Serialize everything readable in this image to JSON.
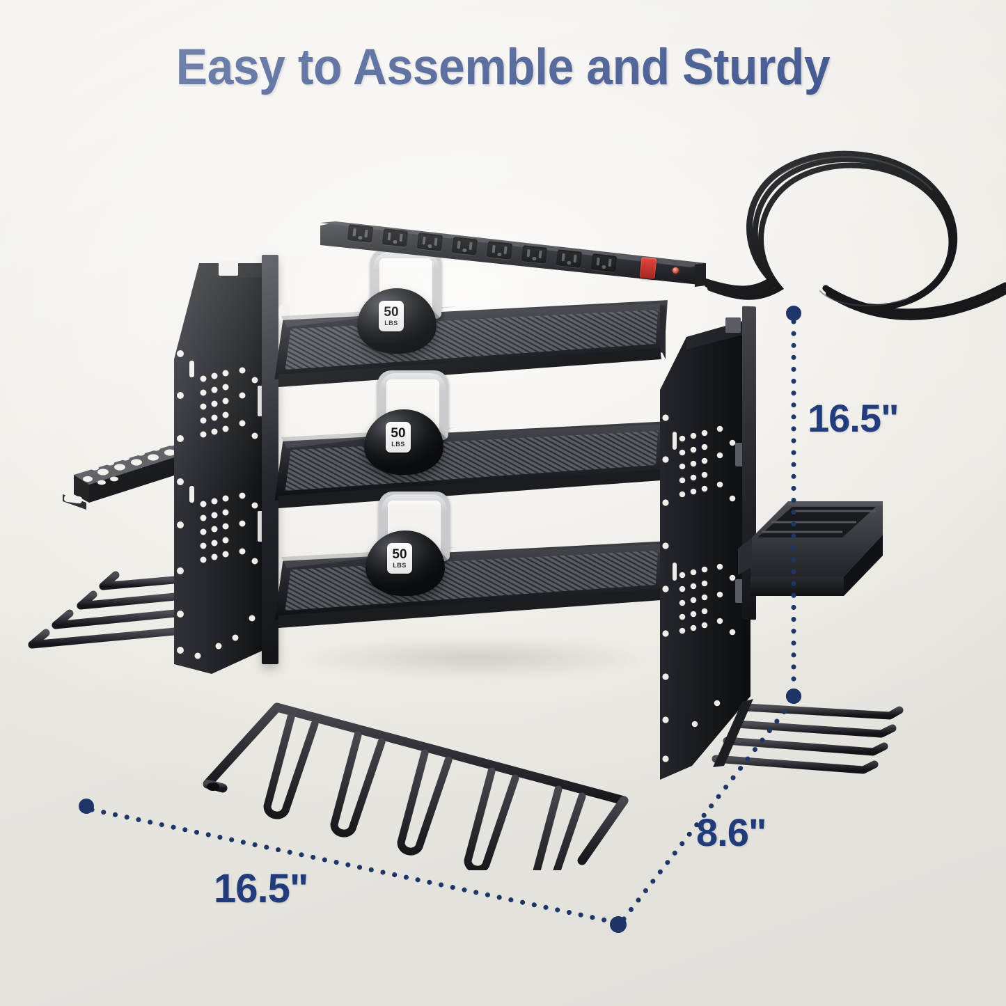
{
  "title": "Easy to Assemble and Sturdy",
  "colors": {
    "title_navy": "#223c7d",
    "dimension_navy": "#223c7d",
    "background": "#f1efeb",
    "metal_black": "#1a1c20",
    "switch_red": "#c22a20"
  },
  "dimensions": {
    "height_label": "16.5\"",
    "width_label": "16.5\"",
    "depth_label": "8.6\""
  },
  "product": {
    "name": "3-tier garage wall storage rack",
    "shelf_count": 3,
    "shelves": [
      {
        "id": "shelf-top",
        "surface": "perforated mesh"
      },
      {
        "id": "shelf-middle",
        "surface": "perforated mesh"
      },
      {
        "id": "shelf-bottom",
        "surface": "perforated mesh"
      }
    ],
    "weights": [
      {
        "value": "50",
        "unit": "LBS"
      },
      {
        "value": "50",
        "unit": "LBS"
      },
      {
        "value": "50",
        "unit": "LBS"
      }
    ],
    "power_strip": {
      "outlet_count": 8,
      "switch": "rocker switch",
      "indicator": "power indicator light",
      "cord": "coiled power cord"
    },
    "accessories": [
      {
        "id": "perforated-tool-holder",
        "label": "perforated tool holder bar"
      },
      {
        "id": "left-hook-bar",
        "label": "4 angled hooks",
        "hook_count": 4
      },
      {
        "id": "right-hook-bar",
        "label": "4 angled hooks",
        "hook_count": 4
      },
      {
        "id": "tool-bin",
        "label": "divided tool bin",
        "compartments": 3
      },
      {
        "id": "cord-organizer",
        "label": "cord organizer bar",
        "loops": 5
      }
    ],
    "side_panels": [
      {
        "id": "left-side-panel",
        "type": "perforated pegboard panel"
      },
      {
        "id": "right-side-panel",
        "type": "perforated pegboard panel"
      }
    ]
  }
}
